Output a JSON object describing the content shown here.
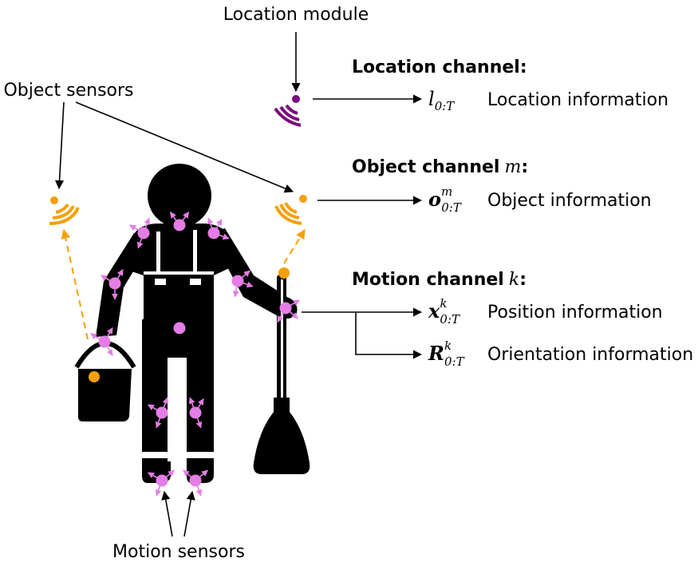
{
  "labels": {
    "location_module": "Location module",
    "object_sensors": "Object sensors",
    "motion_sensors": "Motion sensors"
  },
  "channels": {
    "location": {
      "heading": "Location channel:",
      "symbol": "l",
      "subscript": "0:T",
      "info": "Location information"
    },
    "object": {
      "heading": "Object channel",
      "heading_var": "m",
      "heading_colon": ":",
      "symbol": "o",
      "superscript": "m",
      "subscript": "0:T",
      "info": "Object information"
    },
    "motion": {
      "heading": "Motion channel",
      "heading_var": "k",
      "heading_colon": ":",
      "position": {
        "symbol": "x",
        "superscript": "k",
        "subscript": "0:T",
        "info": "Position information"
      },
      "orientation": {
        "symbol": "R",
        "superscript": "k",
        "subscript": "0:T",
        "info": "Orientation information"
      }
    }
  },
  "colors": {
    "location_module": "#7b0a7f",
    "object_sensor": "#f4a00b",
    "motion_sensor": "#e47ee6",
    "figure": "#000000"
  },
  "icons": {
    "location_module": "wifi-signal-icon",
    "object_sensor": "wifi-signal-icon",
    "motion_sensor": "dot-with-arrows"
  }
}
